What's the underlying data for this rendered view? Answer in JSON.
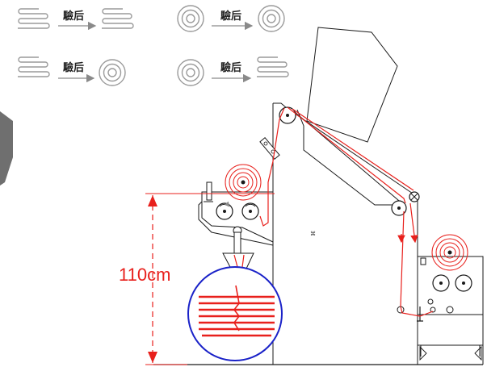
{
  "legend": {
    "items": [
      {
        "label": "驗后",
        "from": "folded",
        "to": "folded"
      },
      {
        "label": "驗后",
        "from": "rolled",
        "to": "rolled"
      },
      {
        "label": "驗后",
        "from": "folded",
        "to": "rolled"
      },
      {
        "label": "驗后",
        "from": "rolled",
        "to": "folded"
      }
    ]
  },
  "dimension": {
    "label": "110cm"
  },
  "machine": {
    "panel_label": "⌘"
  },
  "colors": {
    "fabric_path": "#e8201c",
    "outline": "#1a1a1a",
    "icon_gray": "#9a9a9a",
    "highlight_circle": "#1a22c8",
    "arrow_gray": "#8a8a8a"
  }
}
